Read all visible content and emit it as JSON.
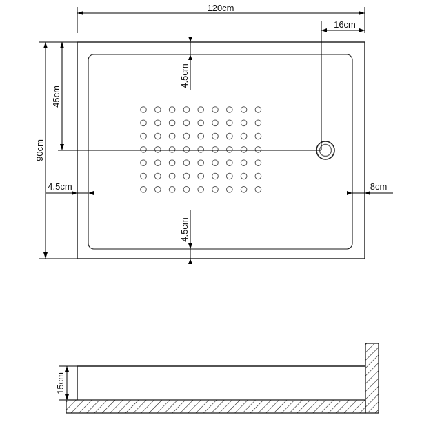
{
  "plan_view": {
    "width_label": "120cm",
    "height_label": "90cm",
    "drain_offset_label": "16cm",
    "drain_center_height_label": "45cm",
    "left_rim_label": "4.5cm",
    "right_rim_label": "8cm",
    "top_rim_label": "4.5cm",
    "bottom_rim_label": "4.5cm",
    "anti_slip_dots": {
      "rows": 7,
      "cols": 9
    }
  },
  "side_view": {
    "height_label": "15cm"
  },
  "colors": {
    "line": "#000000",
    "dot_stroke": "#555555",
    "background": "#ffffff"
  }
}
